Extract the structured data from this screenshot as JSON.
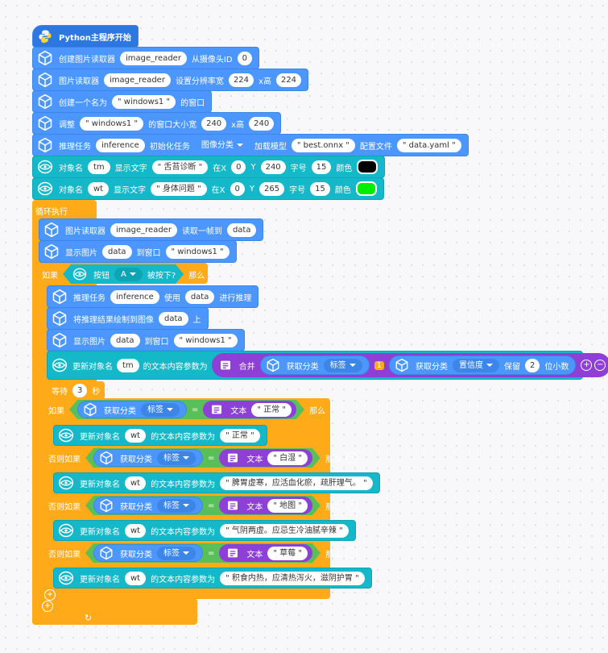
{
  "hat": {
    "label": "Python主程序开始"
  },
  "setup": [
    {
      "t1": "创建图片读取器",
      "v1": "image_reader",
      "t2": "从摄像头ID",
      "n1": "0"
    },
    {
      "t1": "图片读取器",
      "v1": "image_reader",
      "t2": "设置分辨率宽",
      "n1": "224",
      "t3": "x高",
      "n2": "224"
    },
    {
      "t1": "创建一个名为",
      "s1": "\" windows1 \"",
      "t2": "的窗口"
    },
    {
      "t1": "调整",
      "s1": "\" windows1 \"",
      "t2": "的窗口大小宽",
      "n1": "240",
      "t3": "x高",
      "n2": "240"
    },
    {
      "t1": "推理任务",
      "v1": "inference",
      "t2": "初始化任务",
      "dd": "图像分类",
      "t3": "加载模型",
      "s1": "\" best.onnx \"",
      "t4": "配置文件",
      "s2": "\" data.yaml \""
    }
  ],
  "textobjs": [
    {
      "t1": "对象名",
      "v1": "tm",
      "t2": "显示文字",
      "s1": "\" 舌苔诊断 \"",
      "t3": "在X",
      "x": "0",
      "t4": "Y",
      "y": "240",
      "t5": "字号",
      "size": "15",
      "t6": "颜色",
      "color": "#000000"
    },
    {
      "t1": "对象名",
      "v1": "wt",
      "t2": "显示文字",
      "s1": "\" 身体问题 \"",
      "t3": "在X",
      "x": "0",
      "t4": "Y",
      "y": "265",
      "t5": "字号",
      "size": "15",
      "t6": "颜色",
      "color": "#00ee00"
    }
  ],
  "loop": {
    "label": "循环执行",
    "read": {
      "t1": "图片读取器",
      "v1": "image_reader",
      "t2": "读取一帧到",
      "v2": "data"
    },
    "show": {
      "t1": "显示图片",
      "v1": "data",
      "t2": "到窗口",
      "s1": "\" windows1 \""
    },
    "if1": {
      "if_label": "如果",
      "cond_t1": "按钮",
      "cond_dd": "A",
      "cond_t2": "被按下?",
      "then": "那么",
      "infer": {
        "t1": "推理任务",
        "v1": "inference",
        "t2": "使用",
        "v2": "data",
        "t3": "进行推理"
      },
      "draw": {
        "t1": "将推理结果绘制到图像",
        "v1": "data",
        "t2": "上"
      },
      "show": {
        "t1": "显示图片",
        "v1": "data",
        "t2": "到窗口",
        "s1": "\" windows1 \""
      },
      "update": {
        "t1": "更新对象名",
        "v1": "tm",
        "t2": "的文本内容参数为",
        "merge": "合并",
        "cls1": "获取分类",
        "dd1": "标签",
        "badge": "1",
        "cls2": "获取分类",
        "dd2": "置信度",
        "keep": "保留",
        "digits": "2",
        "dec": "位小数"
      }
    },
    "wait": {
      "t1": "等待",
      "n1": "3",
      "t2": "秒"
    },
    "if2": {
      "branches": [
        {
          "kw": "如果",
          "cls": "获取分类",
          "dd": "标签",
          "eq": "=",
          "txt": "文本",
          "val": "\" 正常 \"",
          "then": "那么",
          "upd": "更新对象名",
          "obj": "wt",
          "upd2": "的文本内容参数为",
          "msg": "\" 正常 \""
        },
        {
          "kw": "否则如果",
          "cls": "获取分类",
          "dd": "标签",
          "eq": "=",
          "txt": "文本",
          "val": "\" 白湿 \"",
          "then": "那么",
          "upd": "更新对象名",
          "obj": "wt",
          "upd2": "的文本内容参数为",
          "msg": "\" 脾胃虚寒，应活血化瘀，疏肝理气。 \""
        },
        {
          "kw": "否则如果",
          "cls": "获取分类",
          "dd": "标签",
          "eq": "=",
          "txt": "文本",
          "val": "\" 地图 \"",
          "then": "那么",
          "upd": "更新对象名",
          "obj": "wt",
          "upd2": "的文本内容参数为",
          "msg": "\" 气阴两虚。应忌生冷油腻辛辣 \""
        },
        {
          "kw": "否则如果",
          "cls": "获取分类",
          "dd": "标签",
          "eq": "=",
          "txt": "文本",
          "val": "\" 草莓 \"",
          "then": "那么",
          "upd": "更新对象名",
          "obj": "wt",
          "upd2": "的文本内容参数为",
          "msg": "\" 积食内热，应清热泻火，滋阴护胃 \""
        }
      ]
    }
  },
  "icons": {
    "cube": "cube-icon",
    "eye": "eye-icon",
    "python": "python-icon",
    "text": "text-icon"
  },
  "colors": {
    "motion_blue": "#4c97ff",
    "teal": "#14b8c9",
    "control_orange": "#ffab19",
    "operator_green": "#59c059",
    "text_purple": "#8e3fd6"
  }
}
